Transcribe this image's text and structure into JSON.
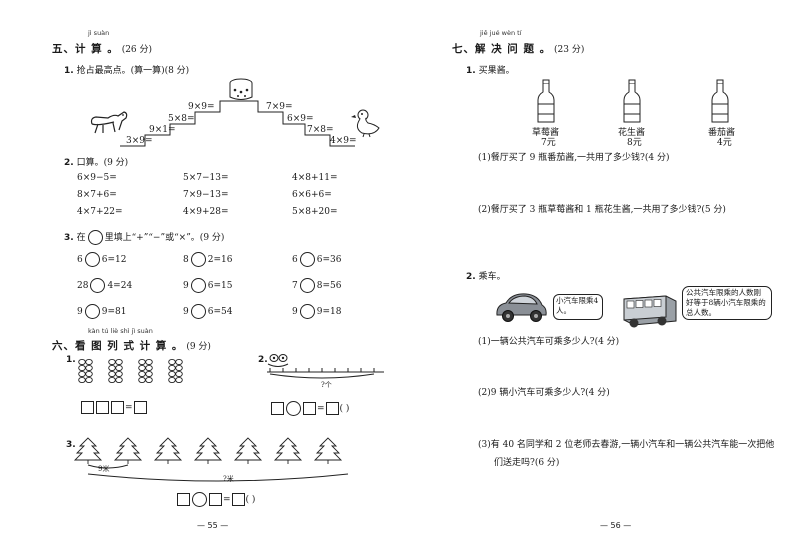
{
  "left": {
    "sec5": {
      "pinyin": "jì  suàn",
      "title": "五、计 算 。",
      "score": "(26 分)"
    },
    "q1": {
      "label": "1.",
      "text": "抢占最高点。(算一算)(8 分)",
      "stairs": [
        "3×9=",
        "9×1=",
        "5×8=",
        "9×9=",
        "7×9=",
        "6×9=",
        "7×8=",
        "4×9="
      ]
    },
    "q2": {
      "label": "2.",
      "text": "口算。(9 分)",
      "rows": [
        [
          "6×9−5=",
          "5×7−13=",
          "4×8+11="
        ],
        [
          "8×7+6=",
          "7×9−13=",
          "6×6+6="
        ],
        [
          "4×7+22=",
          "4×9+28=",
          "5×8+20="
        ]
      ]
    },
    "q3": {
      "label": "3.",
      "pre": "在",
      "post": "里填上“+”“−”或“×”。(9 分)",
      "rows": [
        [
          [
            "6",
            "6=12"
          ],
          [
            "8",
            "2=16"
          ],
          [
            "6",
            "6=36"
          ]
        ],
        [
          [
            "28",
            "4=24"
          ],
          [
            "9",
            "6=15"
          ],
          [
            "7",
            "8=56"
          ]
        ],
        [
          [
            "9",
            "9=81"
          ],
          [
            "9",
            "6=54"
          ],
          [
            "9",
            "9=18"
          ]
        ]
      ]
    },
    "sec6": {
      "pinyin": "kàn  tú  liè  shì  jì  suàn",
      "title": "六、看 图 列 式 计 算 。",
      "score": "(9 分)"
    },
    "p1": {
      "label": "1."
    },
    "p2": {
      "label": "2.",
      "qmark": "?个",
      "paren": "(      )"
    },
    "p3": {
      "label": "3.",
      "nine": "9米",
      "qmeter": "?米",
      "paren": "(      )"
    },
    "page": "— 55 —"
  },
  "right": {
    "sec7": {
      "pinyin": "jiě  jué  wèn  tí",
      "title": "七、解 决 问 题 。",
      "score": "(23 分)"
    },
    "q1": {
      "label": "1.",
      "text": "买果酱。",
      "items": [
        {
          "name": "草莓酱",
          "price": "7元"
        },
        {
          "name": "花生酱",
          "price": "8元"
        },
        {
          "name": "番茄酱",
          "price": "4元"
        }
      ],
      "sub1": "(1)餐厅买了 9 瓶番茄酱,一共用了多少钱?(4 分)",
      "sub2": "(2)餐厅买了 3 瓶草莓酱和 1 瓶花生酱,一共用了多少钱?(5 分)"
    },
    "q2": {
      "label": "2.",
      "text": "乘车。",
      "car_bubble": "小汽车限乘4人。",
      "bus_bubble": "公共汽车限乘的人数刚好等于8辆小汽车限乘的总人数。",
      "sub1": "(1)一辆公共汽车可乘多少人?(4 分)",
      "sub2": "(2)9 辆小汽车可乘多少人?(4 分)",
      "sub3a": "(3)有 40 名同学和 2 位老师去春游,一辆小汽车和一辆公共汽车能一次把他",
      "sub3b": "们送走吗?(6 分)"
    },
    "page": "— 56 —"
  }
}
